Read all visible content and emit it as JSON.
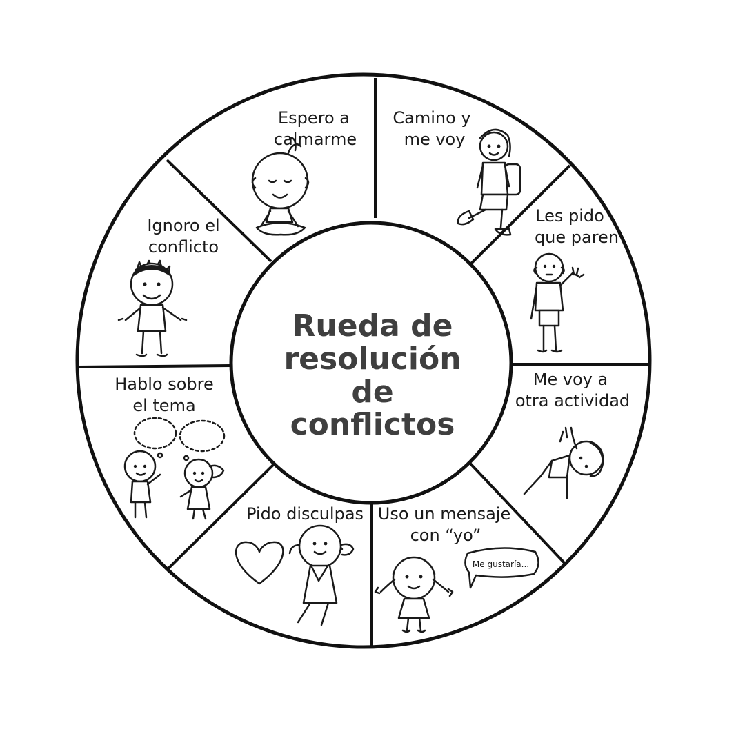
{
  "center": {
    "title_lines": [
      "Rueda de",
      "resolución",
      "de",
      "conflictos"
    ]
  },
  "segments": [
    {
      "id": "espero",
      "lines": [
        "Espero a",
        "calmarme"
      ],
      "icon": "meditating-child-icon"
    },
    {
      "id": "camino",
      "lines": [
        "Camino y",
        "me voy"
      ],
      "icon": "walking-child-icon"
    },
    {
      "id": "pido-paren",
      "lines": [
        "Les pido",
        "que paren"
      ],
      "icon": "waving-child-icon"
    },
    {
      "id": "otra-actividad",
      "lines": [
        "Me voy a",
        "otra actividad"
      ],
      "icon": "exercising-child-icon"
    },
    {
      "id": "mensaje-yo",
      "lines": [
        "Uso un mensaje",
        "con “yo”"
      ],
      "icon": "girl-speech-bubble-icon",
      "bubble": "Me gustaría..."
    },
    {
      "id": "disculpas",
      "lines": [
        "Pido disculpas"
      ],
      "icon": "heart-and-child-icon"
    },
    {
      "id": "hablo",
      "lines": [
        "Hablo sobre",
        "el tema"
      ],
      "icon": "two-children-talking-icon"
    },
    {
      "id": "ignoro",
      "lines": [
        "Ignoro el",
        "conflicto"
      ],
      "icon": "shrugging-boy-icon"
    }
  ]
}
